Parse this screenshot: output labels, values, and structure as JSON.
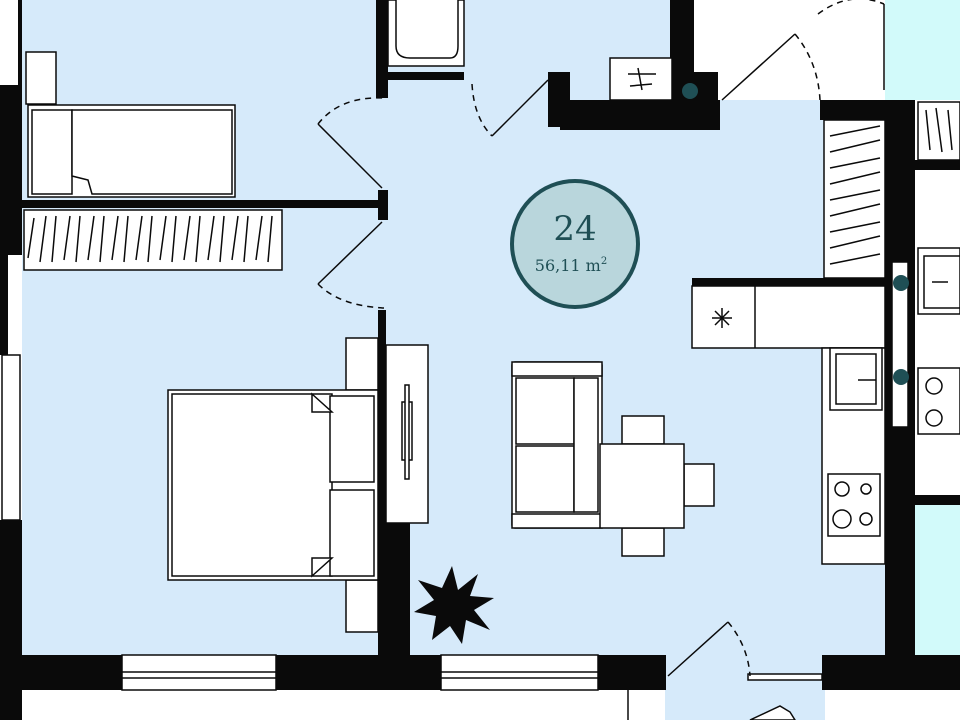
{
  "plan": {
    "apartment_number": "24",
    "area_value": "56,11 m",
    "area_unit_superscript": "2"
  },
  "colors": {
    "floor": "#d6eafa",
    "balcony": "#d2fafa",
    "wall": "#0a0a0a",
    "badge_fill": "#b9d6dc",
    "badge_ring": "#1f4f55",
    "utility_dot": "#1f4f55"
  },
  "icons": [
    "plant-icon",
    "hood-icon",
    "door-swing-icon",
    "window-icon"
  ]
}
